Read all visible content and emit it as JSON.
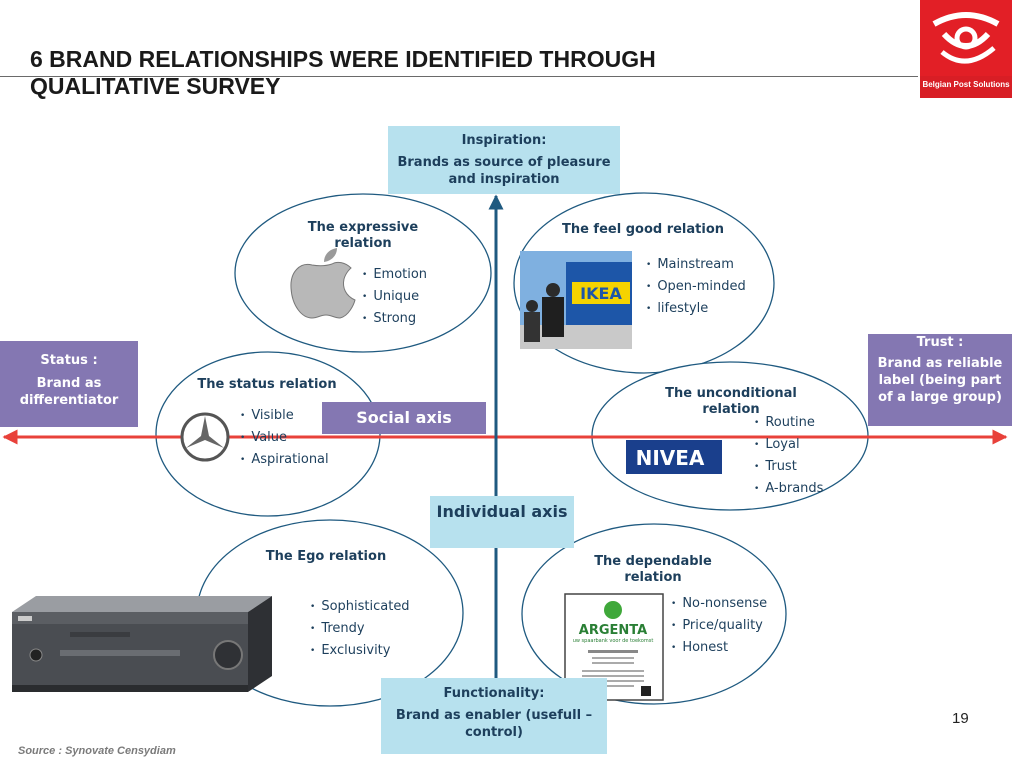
{
  "header": {
    "title_line1": "6  BRAND RELATIONSHIPS WERE IDENTIFIED THROUGH",
    "title_line2": "QUALITATIVE SURVEY",
    "logo_text": "Belgian Post Solutions"
  },
  "poles": {
    "top": {
      "head": "Inspiration:",
      "body": "Brands as source of pleasure and inspiration"
    },
    "bottom": {
      "head": "Functionality:",
      "body": "Brand as enabler (usefull – control)"
    },
    "left": {
      "head": "Status :",
      "body": "Brand as differentiator"
    },
    "right": {
      "head": "Trust :",
      "body": "Brand as reliable label (being part of a large group)"
    }
  },
  "axes": {
    "social": "Social axis",
    "individual": "Individual axis"
  },
  "relations": [
    {
      "title": "The expressive relation",
      "items": [
        "Emotion",
        "Unique",
        "Strong"
      ]
    },
    {
      "title": "The feel good relation",
      "items": [
        "Mainstream",
        "Open-minded",
        "lifestyle"
      ]
    },
    {
      "title": "The status relation",
      "items": [
        "Visible",
        "Value",
        "Aspirational"
      ]
    },
    {
      "title": "The unconditional relation",
      "items": [
        "Routine",
        "Loyal",
        "Trust",
        "A-brands"
      ]
    },
    {
      "title": "The Ego relation",
      "items": [
        "Sophisticated",
        "Trendy",
        "Exclusivity"
      ]
    },
    {
      "title": "The dependable relation",
      "items": [
        "No-nonsense",
        "Price/quality",
        "Honest"
      ]
    }
  ],
  "images": {
    "ikea_sign": "IKEA",
    "nivea_logo": "NIVEA",
    "argenta_logo": "ARGENTA",
    "argenta_tagline": "uw spaarbank voor de toekomst"
  },
  "colors": {
    "axis_red": "#e8413a",
    "axis_blue": "#1f5a80",
    "pole_cyan": "#b7e1ee",
    "pole_purple": "#8477b2",
    "text_navy": "#1d3f5c",
    "brand_red": "#e21f26"
  },
  "icons": [
    "apple-logo-icon",
    "mercedes-star-icon",
    "ikea-photo-icon",
    "nivea-logo-icon",
    "argenta-leaflet-icon",
    "amplifier-icon",
    "post-horn-logo-icon"
  ],
  "footer": {
    "page_number": "19",
    "source": "Source : Synovate Censydiam"
  }
}
